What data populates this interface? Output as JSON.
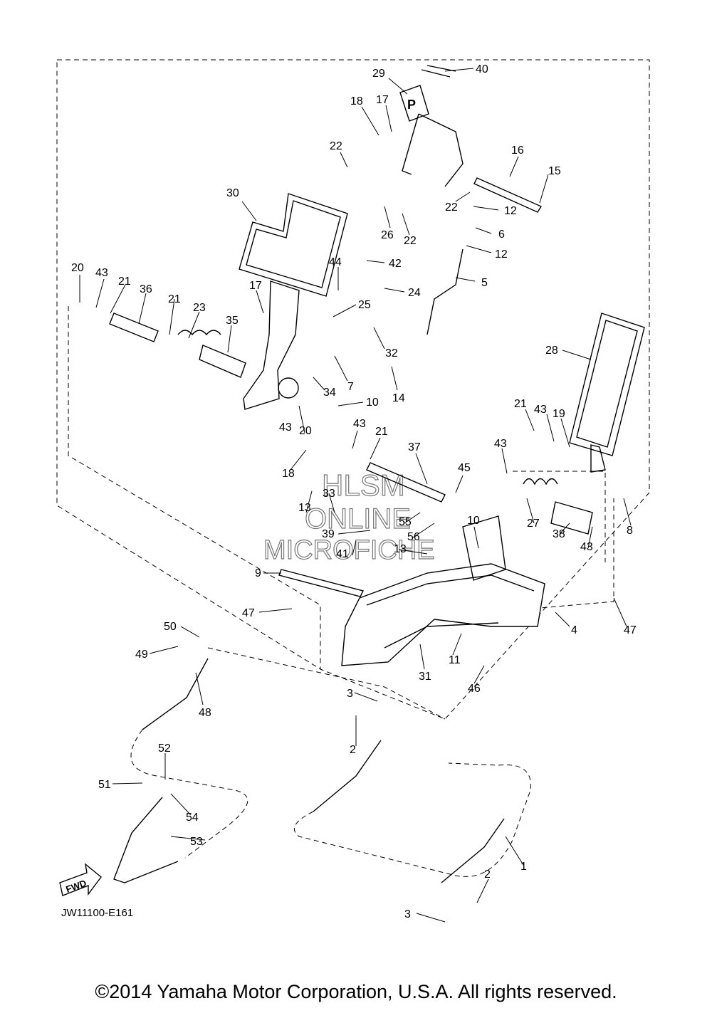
{
  "diagram": {
    "code": "JW11100-E161",
    "fwd_label": "FWD",
    "pedal_marker": "P",
    "watermark": [
      "HLSM",
      "ONLINE",
      "MICROFICHE"
    ],
    "callouts": [
      "40",
      "29",
      "18",
      "17",
      "22",
      "16",
      "15",
      "30",
      "22",
      "12",
      "26",
      "22",
      "6",
      "42",
      "12",
      "44",
      "5",
      "20",
      "43",
      "21",
      "36",
      "21",
      "23",
      "17",
      "24",
      "25",
      "35",
      "32",
      "28",
      "7",
      "14",
      "34",
      "10",
      "21",
      "43",
      "19",
      "43",
      "20",
      "43",
      "21",
      "37",
      "18",
      "45",
      "43",
      "33",
      "13",
      "55",
      "10",
      "27",
      "39",
      "56",
      "38",
      "13",
      "41",
      "43",
      "8",
      "9",
      "47",
      "4",
      "47",
      "50",
      "11",
      "49",
      "31",
      "46",
      "48",
      "3",
      "2",
      "52",
      "51",
      "54",
      "53",
      "1",
      "2",
      "3"
    ]
  },
  "copyright": "©2014 Yamaha Motor Corporation, U.S.A. All rights reserved."
}
